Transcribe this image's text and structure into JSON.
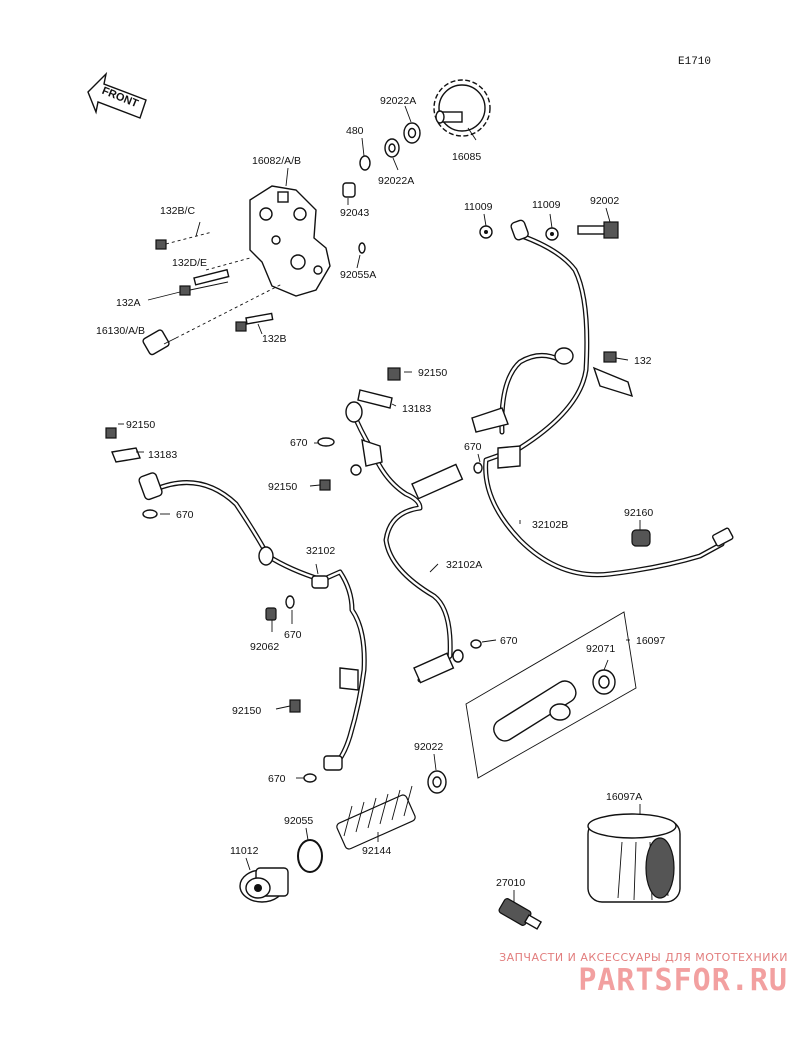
{
  "diagram_code": "E1710",
  "front_arrow_text": "FRONT",
  "labels": {
    "p92022a_top": "92022A",
    "p480": "480",
    "p16082": "16082/A/B",
    "p92022a_mid": "92022A",
    "p16085": "16085",
    "p132bc": "132B/C",
    "p92043": "92043",
    "p132de": "132D/E",
    "p92055a": "92055A",
    "p132a": "132A",
    "p16130": "16130/A/B",
    "p132b": "132B",
    "p11009_l": "11009",
    "p11009_r": "11009",
    "p92002": "92002",
    "p92150_a": "92150",
    "p13183_a": "13183",
    "p132": "132",
    "p92150_b": "92150",
    "p13183_b": "13183",
    "p670_a": "670",
    "p670_b": "670",
    "p92150_c": "92150",
    "p670_c": "670",
    "p32102b": "32102B",
    "p92160": "92160",
    "p32102": "32102",
    "p32102a": "32102A",
    "p670_d": "670",
    "p92062": "92062",
    "p670_e": "670",
    "p16097": "16097",
    "p92071": "92071",
    "p92150_d": "92150",
    "p92022": "92022",
    "p670_f": "670",
    "p16097a": "16097A",
    "p92055": "92055",
    "p11012": "11012",
    "p92144": "92144",
    "p27010": "27010"
  },
  "watermark": {
    "caption": "ЗАПЧАСТИ И АКСЕССУАРЫ ДЛЯ МОТОТЕХНИКИ",
    "logo": "PARTSFOR.RU"
  },
  "colors": {
    "line": "#111111",
    "watermark_caption": "#e27d7d",
    "watermark_logo": "#f2a0a0"
  }
}
